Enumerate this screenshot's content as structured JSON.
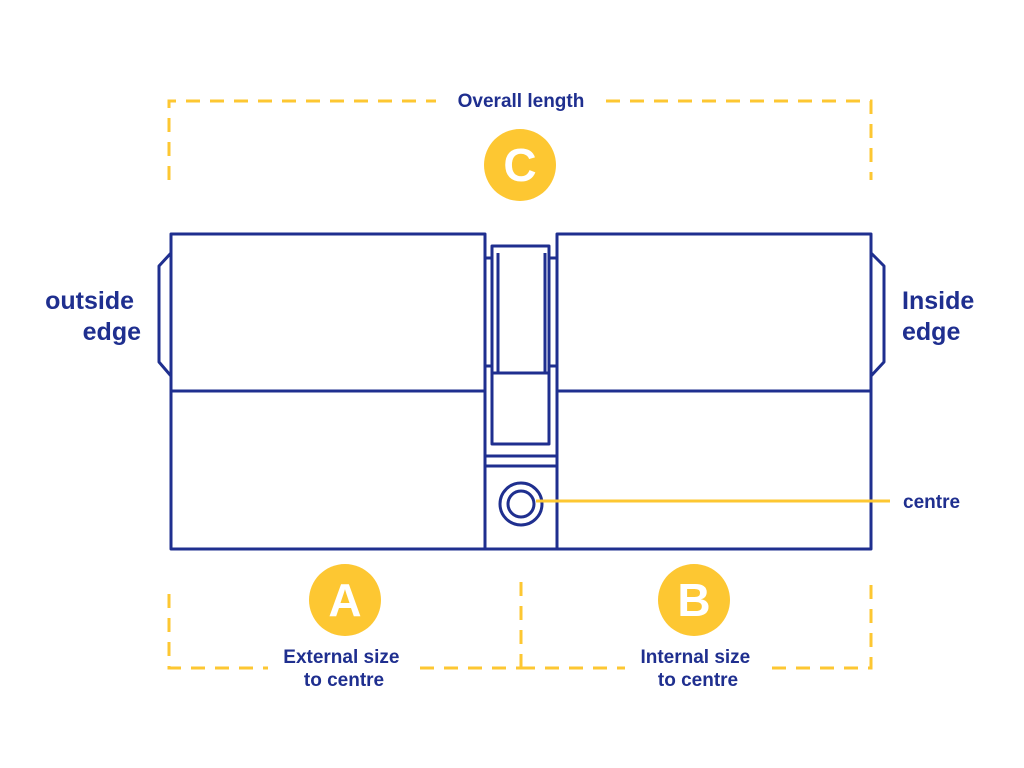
{
  "labels": {
    "overall_length": "Overall length",
    "outside_edge_line1": "outside",
    "outside_edge_line2": "edge",
    "inside_edge_line1": "Inside",
    "inside_edge_line2": "edge",
    "centre": "centre",
    "external_line1": "External size",
    "external_line2": "to centre",
    "internal_line1": "Internal size",
    "internal_line2": "to centre"
  },
  "badges": {
    "a": "A",
    "b": "B",
    "c": "C"
  },
  "colors": {
    "navy": "#1f2f8f",
    "yellow": "#fdc732",
    "white": "#ffffff"
  }
}
